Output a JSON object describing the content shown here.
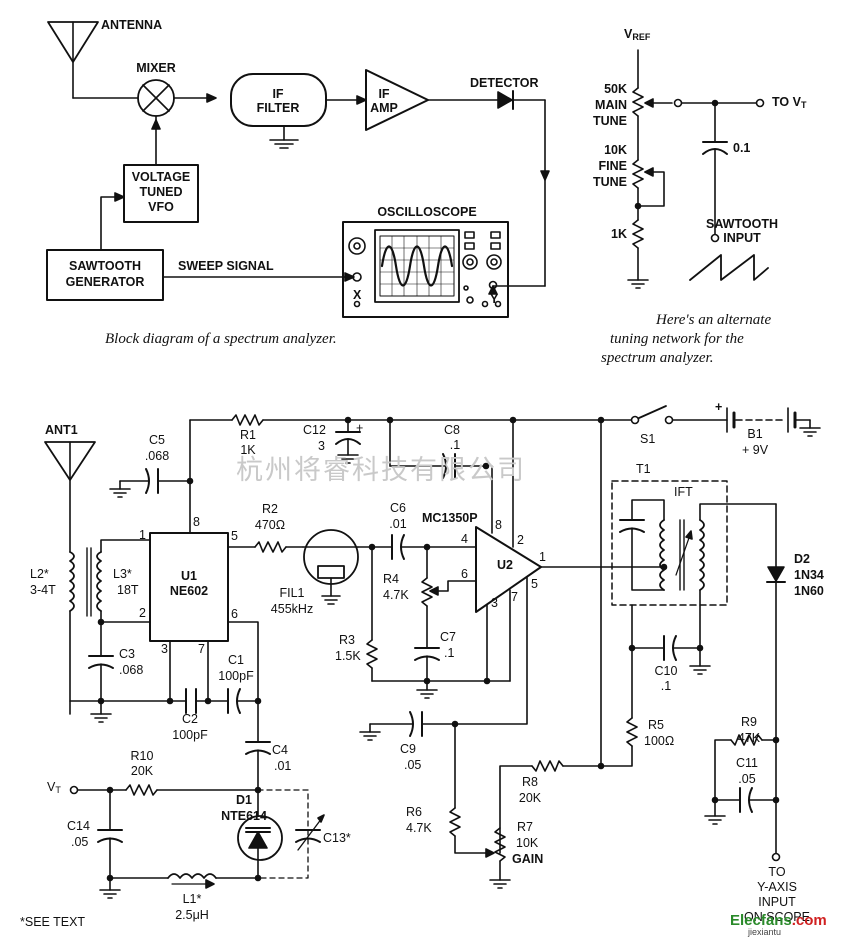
{
  "block_diagram": {
    "antenna": "ANTENNA",
    "mixer": "MIXER",
    "if_filter": [
      "IF",
      "FILTER"
    ],
    "if_amp": [
      "IF",
      "AMP"
    ],
    "detector": "DETECTOR",
    "vfo": [
      "VOLTAGE",
      "TUNED",
      "VFO"
    ],
    "sawtooth_generator": [
      "SAWTOOTH",
      "GENERATOR"
    ],
    "sweep_signal": "SWEEP SIGNAL",
    "oscilloscope": "OSCILLOSCOPE",
    "x": "X",
    "y": "Y",
    "caption": "Block diagram of a spectrum analyzer."
  },
  "tuning_network": {
    "vref": "V",
    "vref_sub": "REF",
    "main_tune_value": "50K",
    "main_tune": [
      "MAIN",
      "TUNE"
    ],
    "fine_tune_value": "10K",
    "fine_tune": [
      "FINE",
      "TUNE"
    ],
    "r_1k": "1K",
    "to_vt": "TO V",
    "to_vt_sub": "T",
    "cap": "0.1",
    "sawtooth_input": [
      "SAWTOOTH",
      "INPUT"
    ],
    "caption": [
      "Here's an alternate",
      "tuning network for the",
      "spectrum analyzer."
    ]
  },
  "schematic": {
    "ant1": "ANT1",
    "c5": [
      "C5",
      ".068"
    ],
    "r1": [
      "R1",
      "1K"
    ],
    "c12": [
      "C12",
      "3"
    ],
    "c12_pol": "+",
    "c8": [
      "C8",
      ".1"
    ],
    "s1": "S1",
    "b1": [
      "B1",
      "+ 9V"
    ],
    "b1_pol": "+",
    "r2": [
      "R2",
      "470Ω"
    ],
    "c6": [
      "C6",
      ".01"
    ],
    "u2_part": "MC1350P",
    "t1": "T1",
    "ift": "IFT",
    "l2": [
      "L2*",
      "3-4T"
    ],
    "l3": [
      "L3*",
      "18T"
    ],
    "u1": [
      "U1",
      "NE602"
    ],
    "fil1": [
      "FIL1",
      "455kHz"
    ],
    "u2": "U2",
    "r4": [
      "R4",
      "4.7K"
    ],
    "d2": [
      "D2",
      "1N34",
      "1N60"
    ],
    "c3": [
      "C3",
      ".068"
    ],
    "c1": [
      "C1",
      "100pF"
    ],
    "c2": [
      "C2",
      "100pF"
    ],
    "r3": [
      "R3",
      "1.5K"
    ],
    "c7": [
      "C7",
      ".1"
    ],
    "c10": [
      "C10",
      ".1"
    ],
    "c4": [
      "C4",
      ".01"
    ],
    "r5": [
      "R5",
      "100Ω"
    ],
    "c9": [
      "C9",
      ".05"
    ],
    "r9": [
      "R9",
      "47K"
    ],
    "r10": [
      "R10",
      "20K"
    ],
    "r8": [
      "R8",
      "20K"
    ],
    "c11": [
      "C11",
      ".05"
    ],
    "vt": "V",
    "vt_sub": "T",
    "d1": [
      "D1",
      "NTE614"
    ],
    "c14": [
      "C14",
      ".05"
    ],
    "r6": [
      "R6",
      "4.7K"
    ],
    "r7": [
      "R7",
      "10K",
      "GAIN"
    ],
    "c13": "C13*",
    "l1": [
      "L1*",
      "2.5μH"
    ],
    "see_text": "*SEE TEXT",
    "to_y": [
      "TO",
      "Y-AXIS",
      "INPUT",
      "ON SCOPE"
    ],
    "u1_pins": [
      "1",
      "2",
      "3",
      "5",
      "6",
      "7",
      "8"
    ],
    "u2_pins": [
      "1",
      "2",
      "3",
      "4",
      "5",
      "6",
      "7",
      "8"
    ]
  },
  "watermark": "杭州将睿科技有限公司",
  "logo": {
    "part1": "Elec",
    "part2": "fans",
    "part3": ".com",
    "sub": "jiexiantu"
  }
}
